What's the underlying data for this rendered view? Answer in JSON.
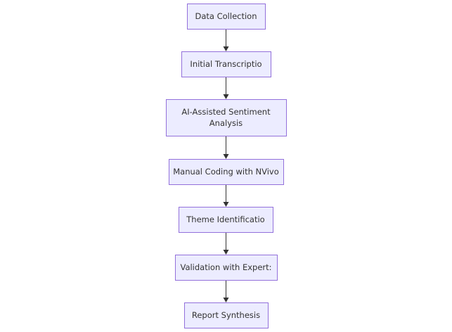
{
  "flowchart": {
    "direction": "top-down",
    "colors": {
      "node_fill": "#ececff",
      "node_border": "#9370db",
      "text": "#333333",
      "edge": "#333333"
    },
    "nodes": [
      {
        "id": "A",
        "lines": [
          "Data Collection"
        ]
      },
      {
        "id": "B",
        "lines": [
          "Initial Transcriptio"
        ]
      },
      {
        "id": "C",
        "lines": [
          "AI-Assisted Sentiment",
          "Analysis"
        ]
      },
      {
        "id": "D",
        "lines": [
          "Manual Coding with NVivo"
        ]
      },
      {
        "id": "E",
        "lines": [
          "Theme Identificatio"
        ]
      },
      {
        "id": "F",
        "lines": [
          "Validation with Expert:"
        ]
      },
      {
        "id": "G",
        "lines": [
          "Report Synthesis"
        ]
      }
    ],
    "edges": [
      {
        "from": "A",
        "to": "B"
      },
      {
        "from": "B",
        "to": "C"
      },
      {
        "from": "C",
        "to": "D"
      },
      {
        "from": "D",
        "to": "E"
      },
      {
        "from": "E",
        "to": "F"
      },
      {
        "from": "F",
        "to": "G"
      }
    ]
  }
}
